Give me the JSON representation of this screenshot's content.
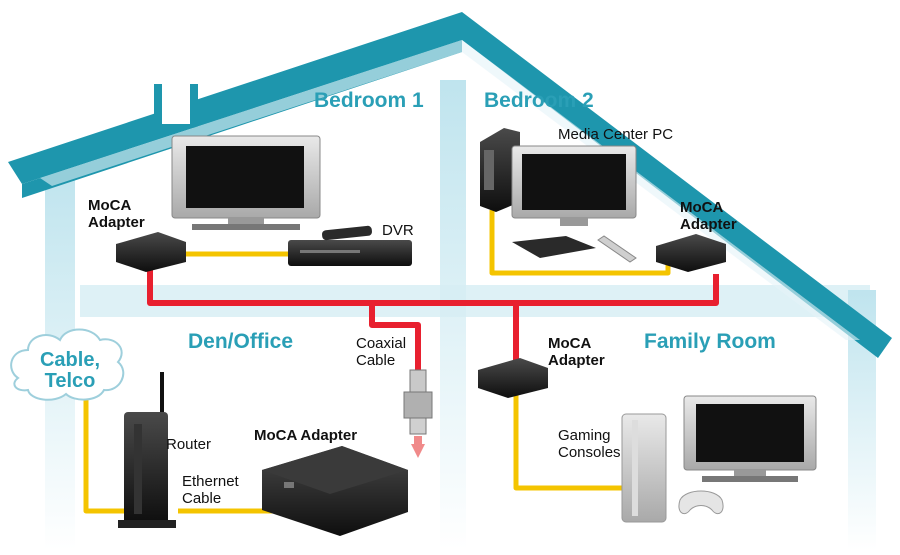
{
  "rooms": {
    "bedroom1": "Bedroom 1",
    "bedroom2": "Bedroom 2",
    "den_office": "Den/Office",
    "family_room": "Family Room"
  },
  "cloud": {
    "line1": "Cable,",
    "line2": "Telco"
  },
  "devices": {
    "moca_bedroom1": {
      "line1": "MoCA",
      "line2": "Adapter"
    },
    "dvr": "DVR",
    "media_center_pc": "Media Center PC",
    "moca_bedroom2": {
      "line1": "MoCA",
      "line2": "Adapter"
    },
    "coaxial_cable": {
      "line1": "Coaxial",
      "line2": "Cable"
    },
    "moca_family": {
      "line1": "MoCA",
      "line2": "Adapter"
    },
    "router": "Router",
    "ethernet_cable": {
      "line1": "Ethernet",
      "line2": "Cable"
    },
    "moca_den": "MoCA Adapter",
    "gaming_consoles": {
      "line1": "Gaming",
      "line2": "Consoles"
    }
  },
  "colors": {
    "house": "#1e96ad",
    "house_light": "#e4f4f8",
    "coax": "#e8202f",
    "ethernet": "#f4c400"
  }
}
